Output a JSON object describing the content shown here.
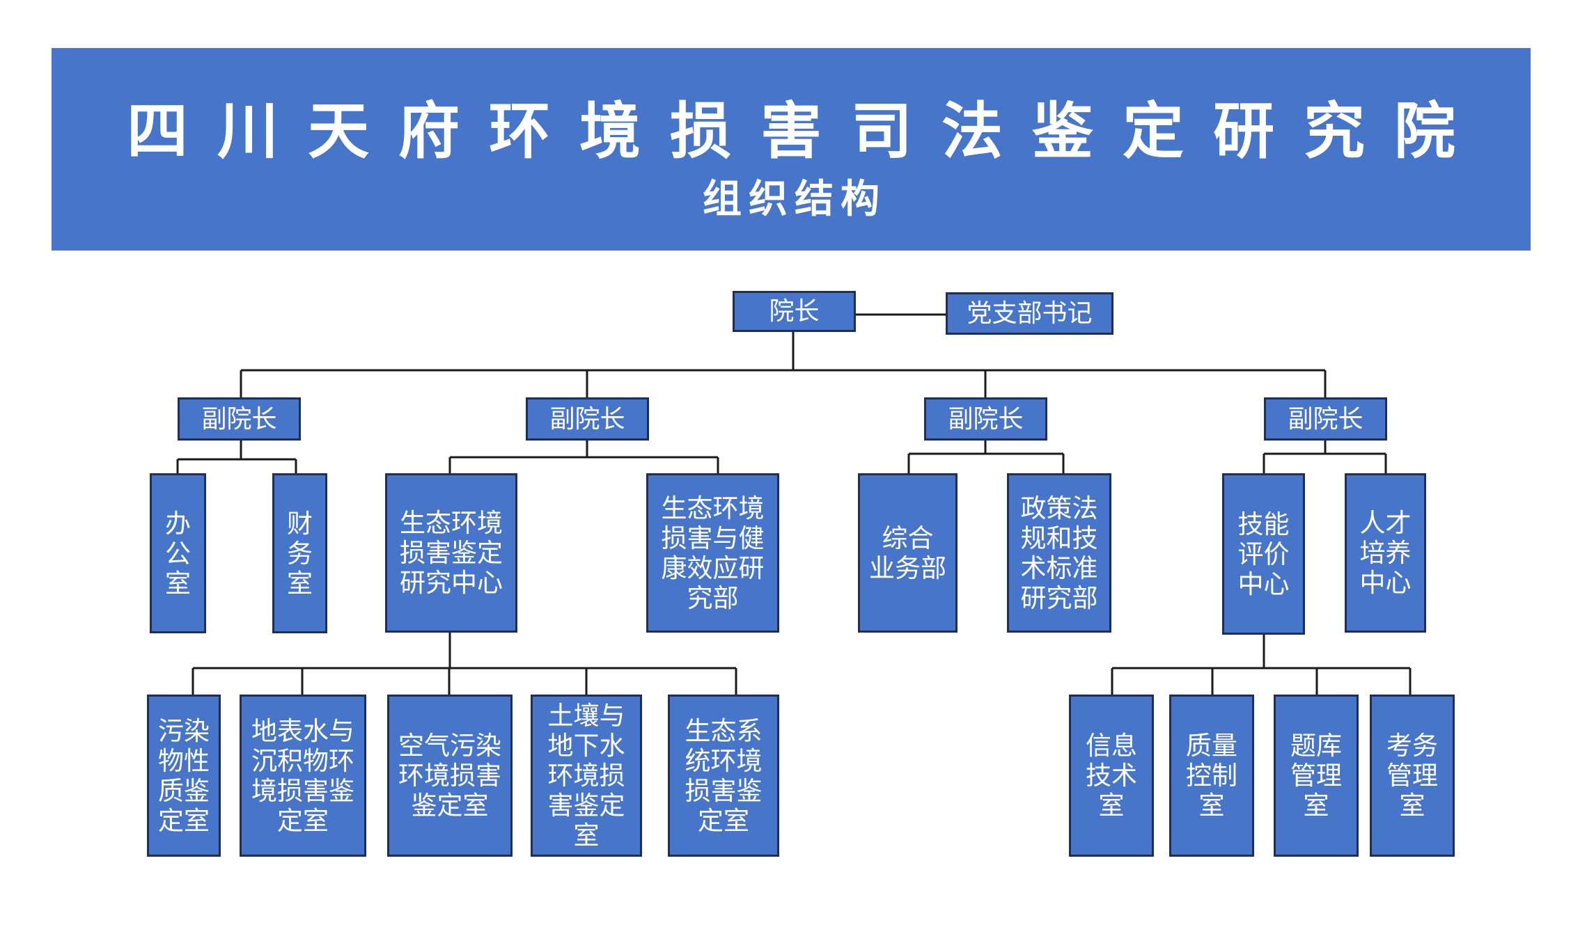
{
  "header": {
    "title": "四川天府环境损害司法鉴定研究院",
    "subtitle": "组织结构"
  },
  "org": {
    "president": "院长",
    "party_secretary": "党支部书记",
    "vice_presidents": [
      "副院长",
      "副院长",
      "副院长",
      "副院长"
    ],
    "departments": {
      "office": "办\n公\n室",
      "finance": "财\n务\n室",
      "eco_center": "生态环境\n损害鉴定\n研究中心",
      "health_dept": "生态环境\n损害与健\n康效应研\n究部",
      "general_dept": "综合\n业务部",
      "policy_dept": "政策法\n规和技\n术标准\n研究部",
      "skill_center": "技能\n评价\n中心",
      "talent_center": "人才\n培养\n中心"
    },
    "labs": [
      "污染\n物性\n质鉴\n定室",
      "地表水与\n沉积物环\n境损害鉴\n定室",
      "空气污染\n环境损害\n鉴定室",
      "土壤与\n地下水\n环境损\n害鉴定\n室",
      "生态系\n统环境\n损害鉴\n定室"
    ],
    "rooms": [
      "信息\n技术\n室",
      "质量\n控制\n室",
      "题库\n管理\n室",
      "考务\n管理\n室"
    ]
  },
  "colors": {
    "box_fill": "#4775c9",
    "box_border": "#1f2e57",
    "connector": "#1a1a1a",
    "text": "#ffffff"
  }
}
